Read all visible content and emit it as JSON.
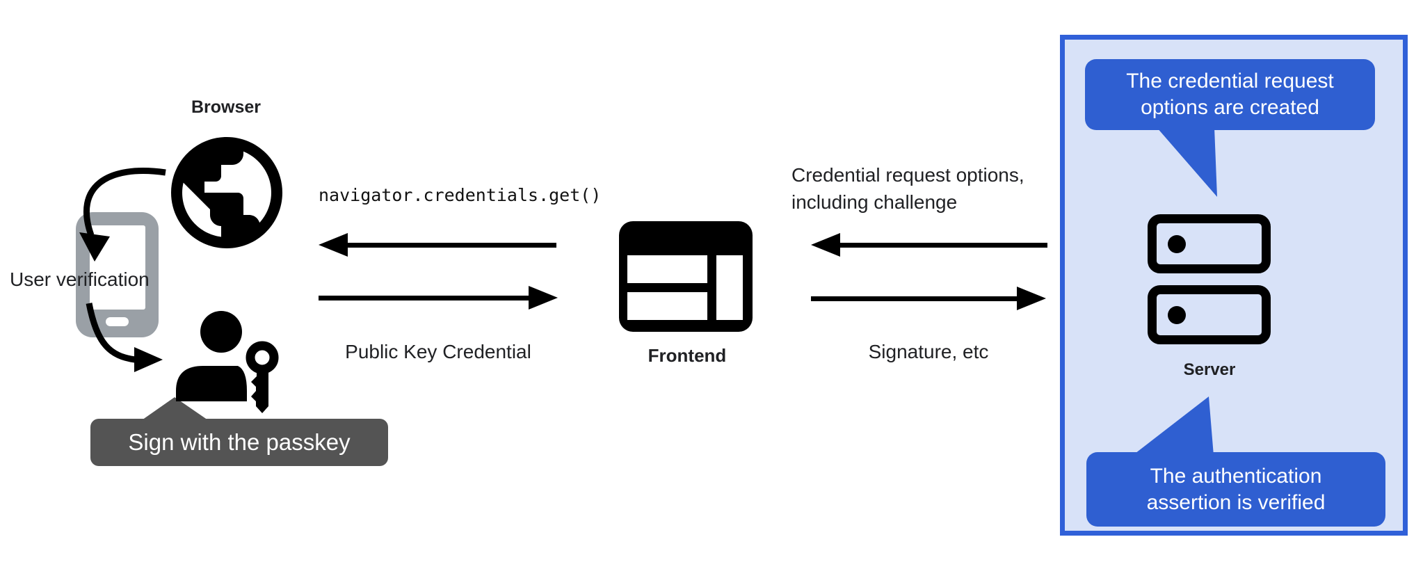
{
  "colors": {
    "ink": "#000000",
    "text": "#202124",
    "phone-gray": "#9AA0A6",
    "dark-bubble": "#545454",
    "panel-fill": "#D8E2F8",
    "panel-border": "#3060D8",
    "blue-bubble": "#2F5FD1",
    "bubble-text": "#FFFFFF"
  },
  "left": {
    "browser_label": "Browser",
    "user_verification": "User verification",
    "passkey_bubble": "Sign with the passkey"
  },
  "middle": {
    "api_call": "navigator.credentials.get()",
    "return_label": "Public Key Credential",
    "frontend_label": "Frontend"
  },
  "right": {
    "request_line1": "Credential request options,",
    "request_line2": "including challenge",
    "response_label": "Signature, etc",
    "server_label": "Server",
    "bubble_top": {
      "line1": "The credential request",
      "line2": "options are created"
    },
    "bubble_bottom": {
      "line1": "The authentication",
      "line2": "assertion is verified"
    }
  }
}
